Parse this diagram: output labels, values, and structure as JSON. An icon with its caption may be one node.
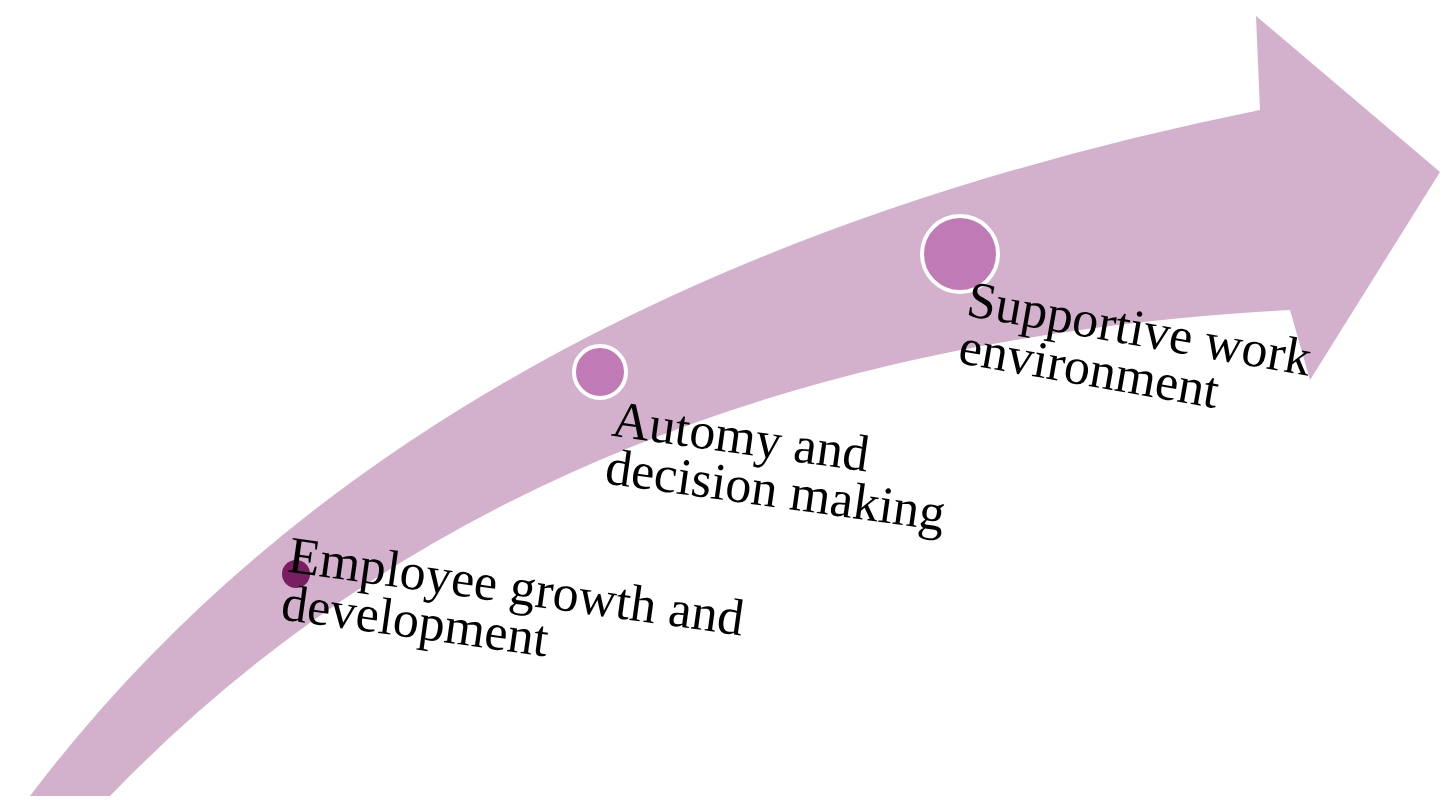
{
  "diagram": {
    "nodes": [
      {
        "text": [],
        "shape": "circle",
        "beside": [
          "Employee growth and development"
        ]
      },
      {
        "text": [],
        "shape": "circle",
        "beside": [
          "Automy and decision making"
        ]
      },
      {
        "text": [],
        "shape": "circle",
        "beside": [
          "Supportive work environment"
        ]
      }
    ]
  }
}
